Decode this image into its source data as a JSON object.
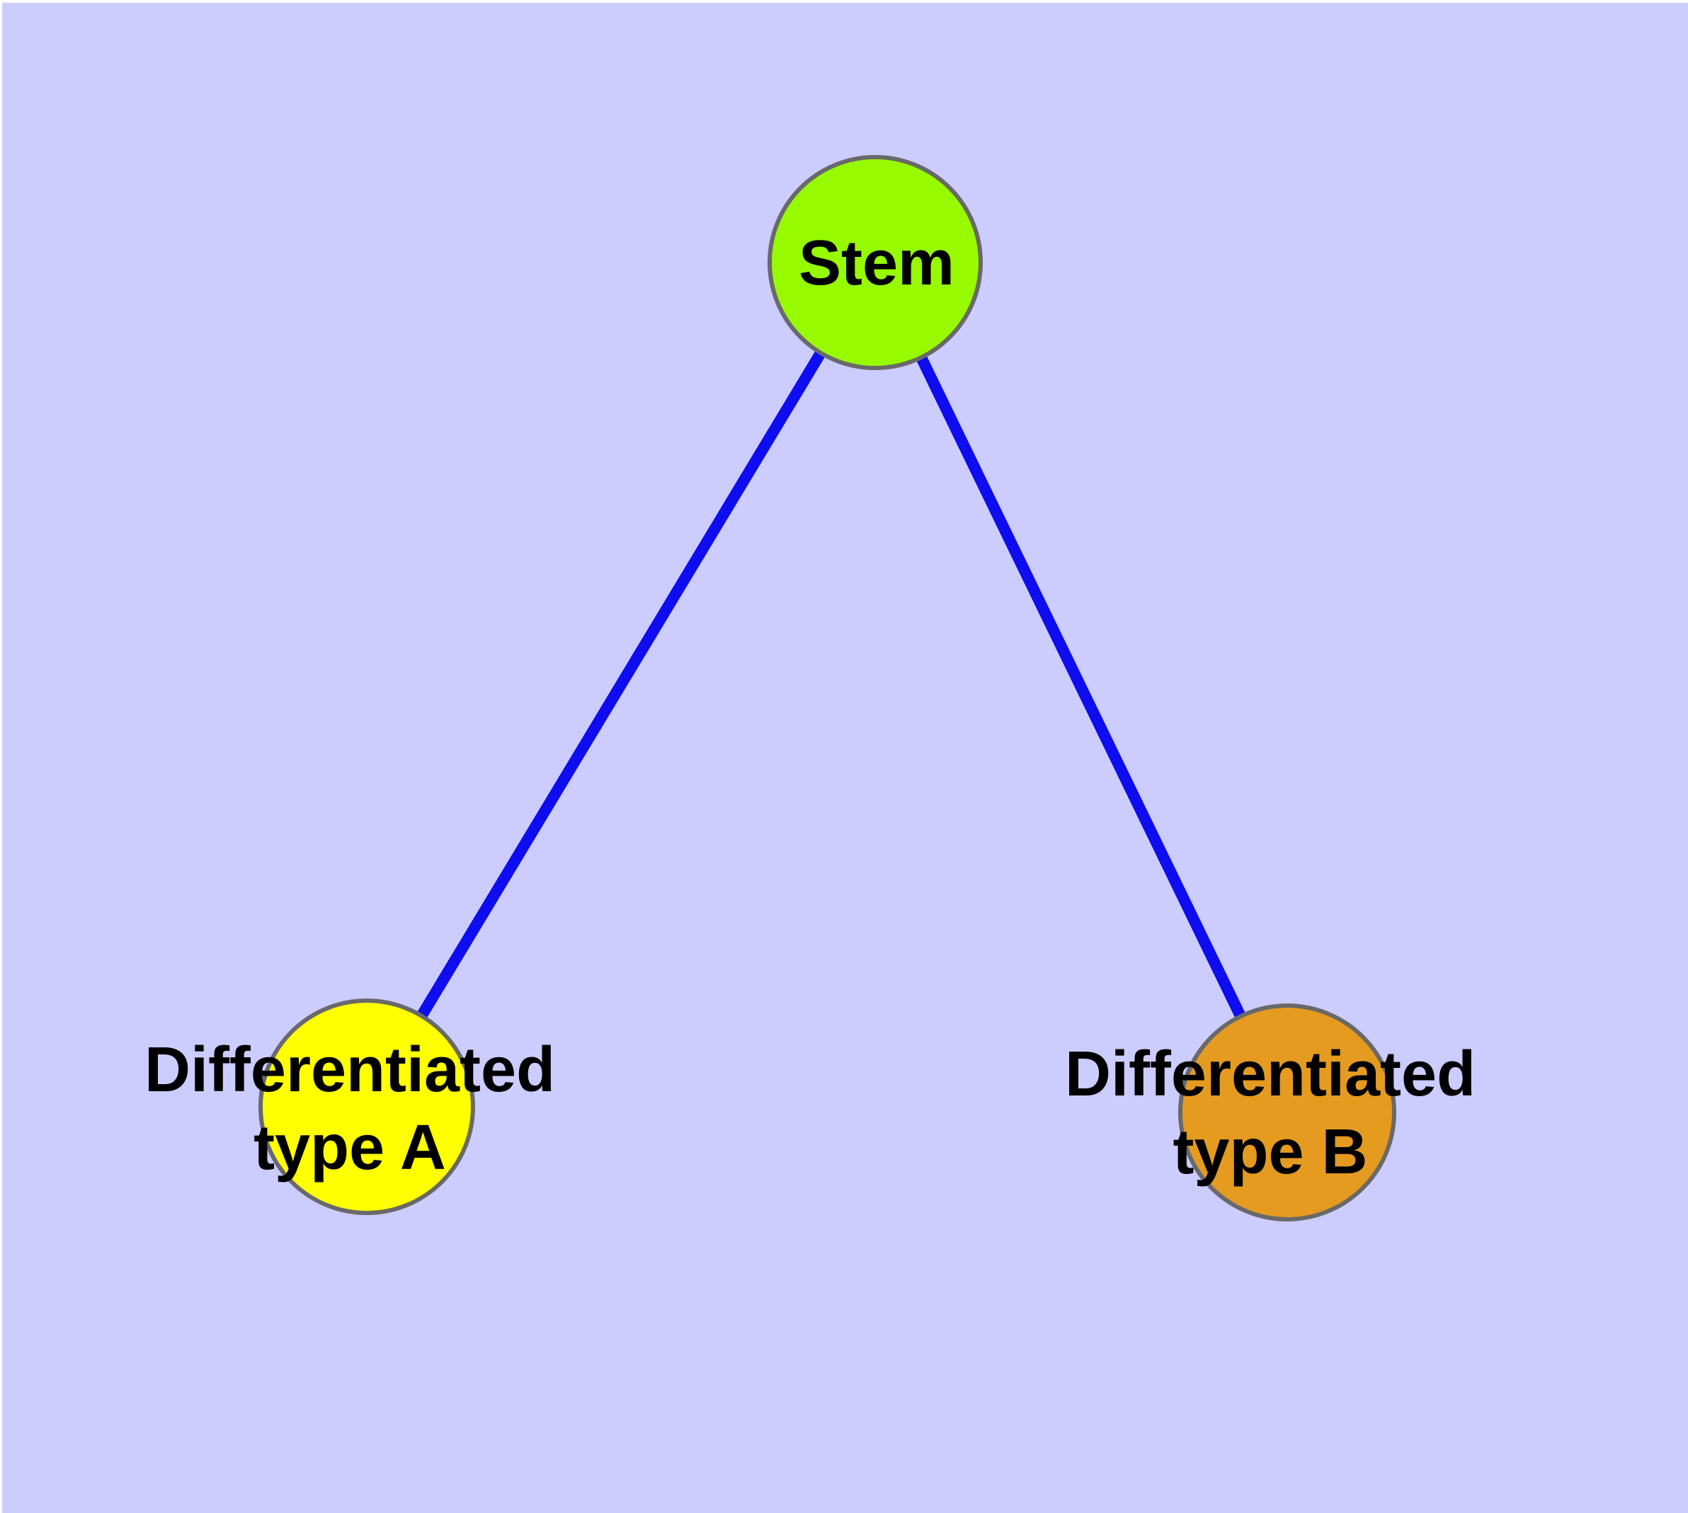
{
  "diagram": {
    "kind": "node-link-graph",
    "background_color": "#CCCCFF",
    "page_margin_color": "#FFFFFF",
    "edge_color": "#0D0DF0",
    "node_border_color": "#696969",
    "label_color": "#000000",
    "nodes": [
      {
        "id": "stem",
        "label": "Stem",
        "fill": "#97FA00"
      },
      {
        "id": "differentiated-type-a",
        "label": "Differentiated type A",
        "line1": "Differentiated",
        "line2": "type A",
        "fill": "#FFFF00"
      },
      {
        "id": "differentiated-type-b",
        "label": "Differentiated type B",
        "line1": "Differentiated",
        "line2": "type B",
        "fill": "#E59B20"
      }
    ],
    "edges": [
      {
        "from": "Stem",
        "to": "Differentiated type A"
      },
      {
        "from": "Stem",
        "to": "Differentiated type B"
      }
    ]
  }
}
